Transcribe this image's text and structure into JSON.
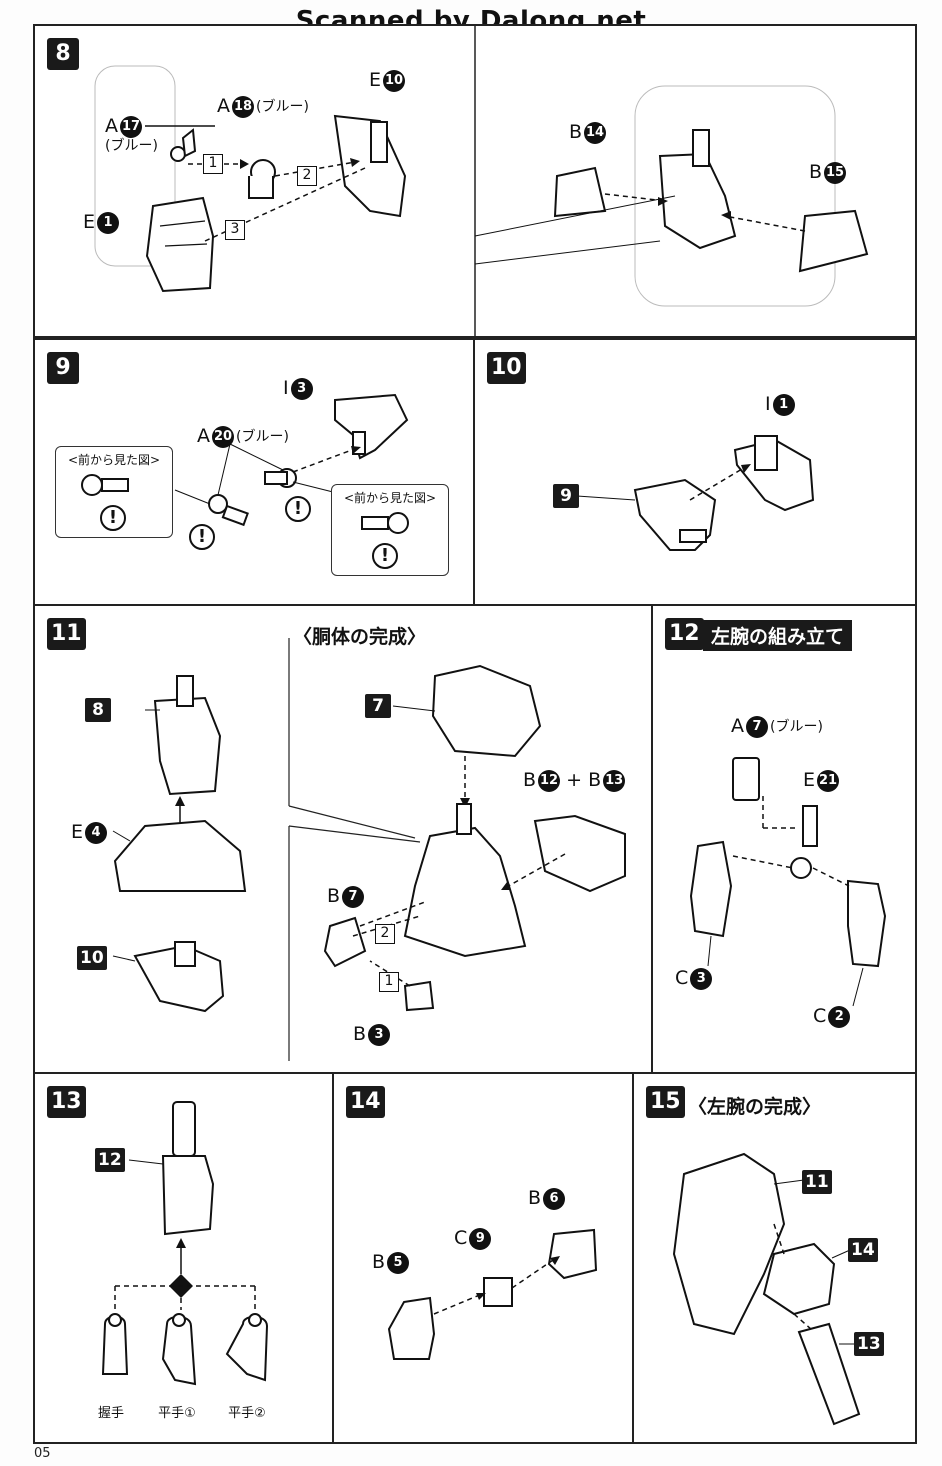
{
  "watermark": "Scanned by Dalong.net",
  "page_number": "05",
  "steps": {
    "s8": {
      "number": "8",
      "labels": {
        "a17": {
          "letter": "A",
          "num": "17",
          "sub": "(ブルー)"
        },
        "a18": {
          "letter": "A",
          "num": "18",
          "sub": "(ブルー)"
        },
        "e10": {
          "letter": "E",
          "num": "10"
        },
        "e1": {
          "letter": "E",
          "num": "1"
        },
        "b14": {
          "letter": "B",
          "num": "14"
        },
        "b15": {
          "letter": "B",
          "num": "15"
        }
      },
      "sequence": [
        "1",
        "2",
        "3"
      ]
    },
    "s9": {
      "number": "9",
      "labels": {
        "i3": {
          "letter": "I",
          "num": "3"
        },
        "a20": {
          "letter": "A",
          "num": "20",
          "sub": "(ブルー)"
        }
      },
      "callout_title": "<前から見た図>",
      "warning_symbol": "!"
    },
    "s10": {
      "number": "10",
      "labels": {
        "i1": {
          "letter": "I",
          "num": "1"
        }
      },
      "ref": "9"
    },
    "s11": {
      "number": "11",
      "subtitle": "〈胴体の完成〉",
      "labels": {
        "e4": {
          "letter": "E",
          "num": "4"
        },
        "b12": {
          "letter": "B",
          "num": "12"
        },
        "b13": {
          "letter": "B",
          "num": "13"
        },
        "b7": {
          "letter": "B",
          "num": "7"
        },
        "b3": {
          "letter": "B",
          "num": "3"
        }
      },
      "plus": "+",
      "refs": {
        "r8": "8",
        "r10": "10",
        "r7": "7"
      },
      "sequence": [
        "2",
        "1"
      ]
    },
    "s12": {
      "number": "12",
      "title": "左腕の組み立て",
      "labels": {
        "a7": {
          "letter": "A",
          "num": "7",
          "sub": "(ブルー)"
        },
        "e21": {
          "letter": "E",
          "num": "21"
        },
        "c3": {
          "letter": "C",
          "num": "3"
        },
        "c2": {
          "letter": "C",
          "num": "2"
        }
      }
    },
    "s13": {
      "number": "13",
      "ref": "12",
      "hands": [
        "握手",
        "平手①",
        "平手②"
      ]
    },
    "s14": {
      "number": "14",
      "labels": {
        "b6": {
          "letter": "B",
          "num": "6"
        },
        "c9": {
          "letter": "C",
          "num": "9"
        },
        "b5": {
          "letter": "B",
          "num": "5"
        }
      }
    },
    "s15": {
      "number": "15",
      "title": "〈左腕の完成〉",
      "refs": {
        "r11": "11",
        "r14": "14",
        "r13": "13"
      }
    }
  }
}
